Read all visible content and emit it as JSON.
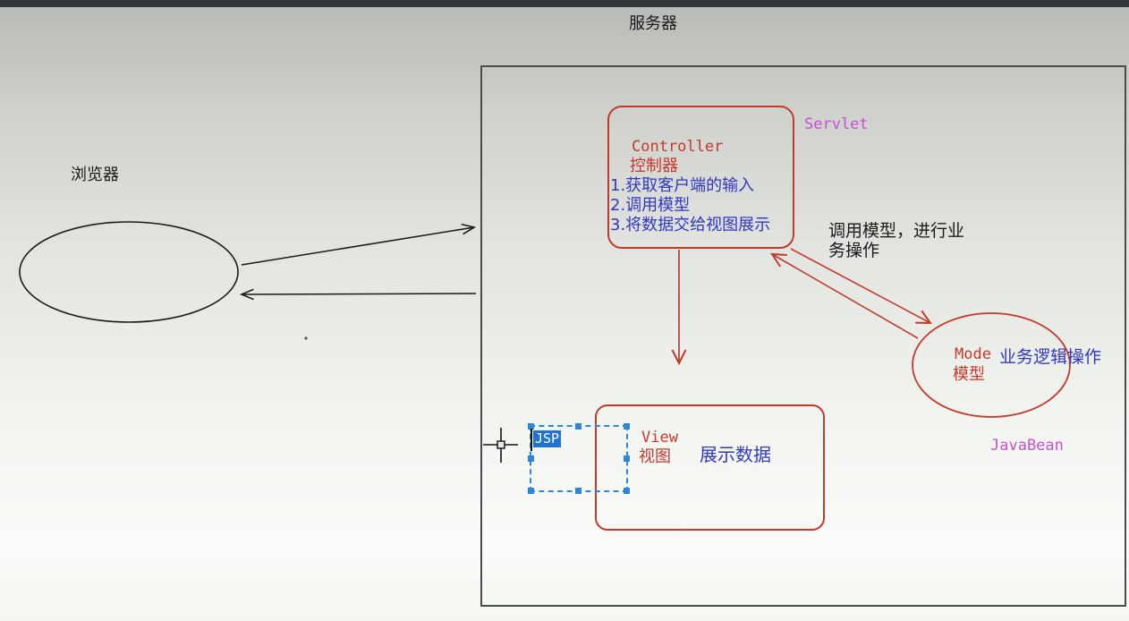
{
  "diagram_title": "MVC architecture sketch",
  "labels": {
    "server": "服务器",
    "browser": "浏览器",
    "servlet": "Servlet",
    "javabean": "JavaBean",
    "call_model_note_line1": "调用模型，进行业",
    "call_model_note_line2": "务操作"
  },
  "controller": {
    "title_en": "Controller",
    "title_cn": "控制器",
    "items": [
      "1.获取客户端的输入",
      "2.调用模型",
      "3.将数据交给视图展示"
    ]
  },
  "model": {
    "title_en": "Mode",
    "title_cn": "模型",
    "note": "业务逻辑操作"
  },
  "view": {
    "title_en": "View",
    "title_cn": "视图",
    "note": "展示数据"
  },
  "selection": {
    "selected_text": "JSP"
  },
  "colors": {
    "red_ink": "#c5392b",
    "blue_ink": "#3238c0",
    "magenta_ink": "#c94fd5",
    "black_ink": "#1a1a1a",
    "selection_blue": "#2e86d8",
    "highlight_blue": "#1e74d0",
    "titlebar": "#31373a"
  }
}
